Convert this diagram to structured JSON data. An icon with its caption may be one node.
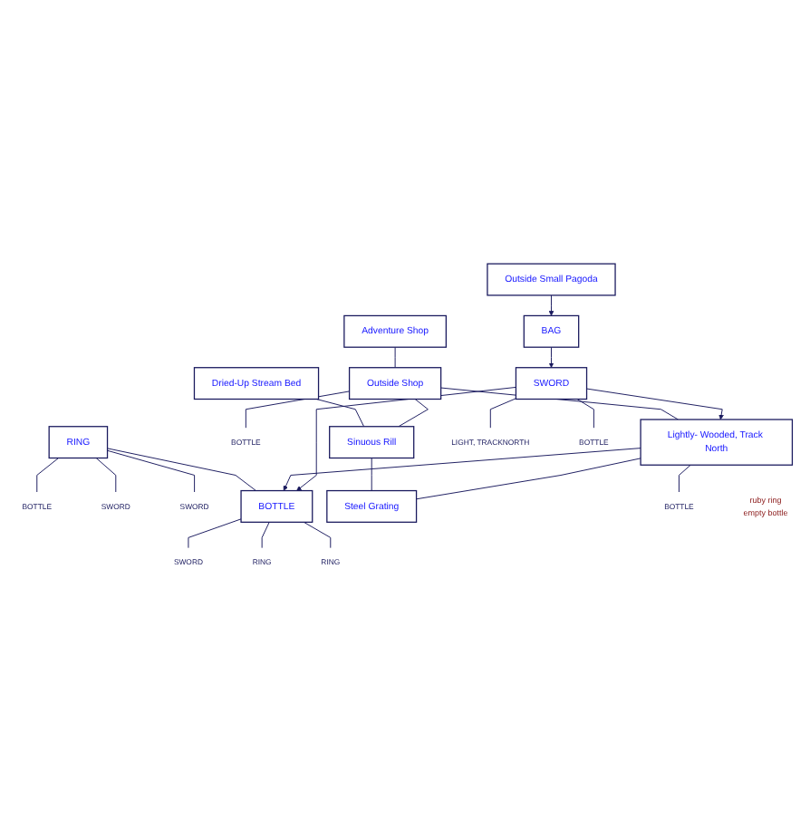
{
  "diagram": {
    "nodes": [
      {
        "text": [
          "BOTTLE"
        ]
      },
      {
        "text": [
          "RING"
        ]
      },
      {
        "text": [
          "SWORD"
        ]
      },
      {
        "text": [
          "SWORD"
        ]
      },
      {
        "text": [
          "Adventure Shop"
        ]
      },
      {
        "text": [
          "Dried-Up Stream Bed"
        ]
      },
      {
        "text": [
          "SWORD"
        ]
      },
      {
        "text": [
          "BOTTLE"
        ]
      },
      {
        "text": [
          "Outside Shop"
        ]
      },
      {
        "text": [
          "Sinuous Rill"
        ]
      },
      {
        "text": [
          "BOTTLE"
        ]
      },
      {
        "text": [
          "RING"
        ]
      },
      {
        "text": [
          "Lightly- Wooded, Track North"
        ],
        "beside": [
          "ruby ring",
          "empty bottle"
        ]
      },
      {
        "text": [
          "Steel Grating"
        ]
      },
      {
        "text": [
          "RING"
        ]
      },
      {
        "text": [
          "BOTTLE"
        ]
      },
      {
        "text": [
          "LIGHT, TRACKNORTH"
        ]
      },
      {
        "text": [
          "SWORD"
        ]
      },
      {
        "text": [
          "Outside Small Pagoda"
        ]
      },
      {
        "text": [
          "BOTTLE"
        ]
      },
      {
        "text": [
          "BAG"
        ]
      }
    ],
    "edges": [
      {
        "from": 1,
        "to": 0,
        "arrow": "none"
      },
      {
        "from": 1,
        "to": 2,
        "arrow": "none"
      },
      {
        "from": 1,
        "to": 3,
        "arrow": "none"
      },
      {
        "from": 4,
        "to": 8,
        "arrow": "none"
      },
      {
        "from": 5,
        "to": 9,
        "arrow": "none"
      },
      {
        "from": 1,
        "to": 10,
        "arrow": "none"
      },
      {
        "from": 10,
        "to": 6,
        "arrow": "none"
      },
      {
        "from": 8,
        "to": 7,
        "arrow": "none"
      },
      {
        "from": 8,
        "to": 9,
        "arrow": "none"
      },
      {
        "from": 10,
        "to": 11,
        "arrow": "none"
      },
      {
        "from": 8,
        "to": 12,
        "arrow": "none"
      },
      {
        "from": 9,
        "to": 13,
        "arrow": "none"
      },
      {
        "from": 12,
        "to": 10,
        "arrow": "to"
      },
      {
        "from": 12,
        "to": 13,
        "arrow": "none"
      },
      {
        "from": 10,
        "to": 14,
        "arrow": "none"
      },
      {
        "from": 12,
        "to": 15,
        "arrow": "none"
      },
      {
        "from": 17,
        "to": 10,
        "arrow": "to"
      },
      {
        "from": 17,
        "to": 12,
        "arrow": "to"
      },
      {
        "from": 17,
        "to": 16,
        "arrow": "none"
      },
      {
        "from": 18,
        "to": 20,
        "arrow": "to"
      },
      {
        "from": 17,
        "to": 19,
        "arrow": "none"
      },
      {
        "from": 20,
        "to": 17,
        "arrow": "to"
      }
    ]
  }
}
